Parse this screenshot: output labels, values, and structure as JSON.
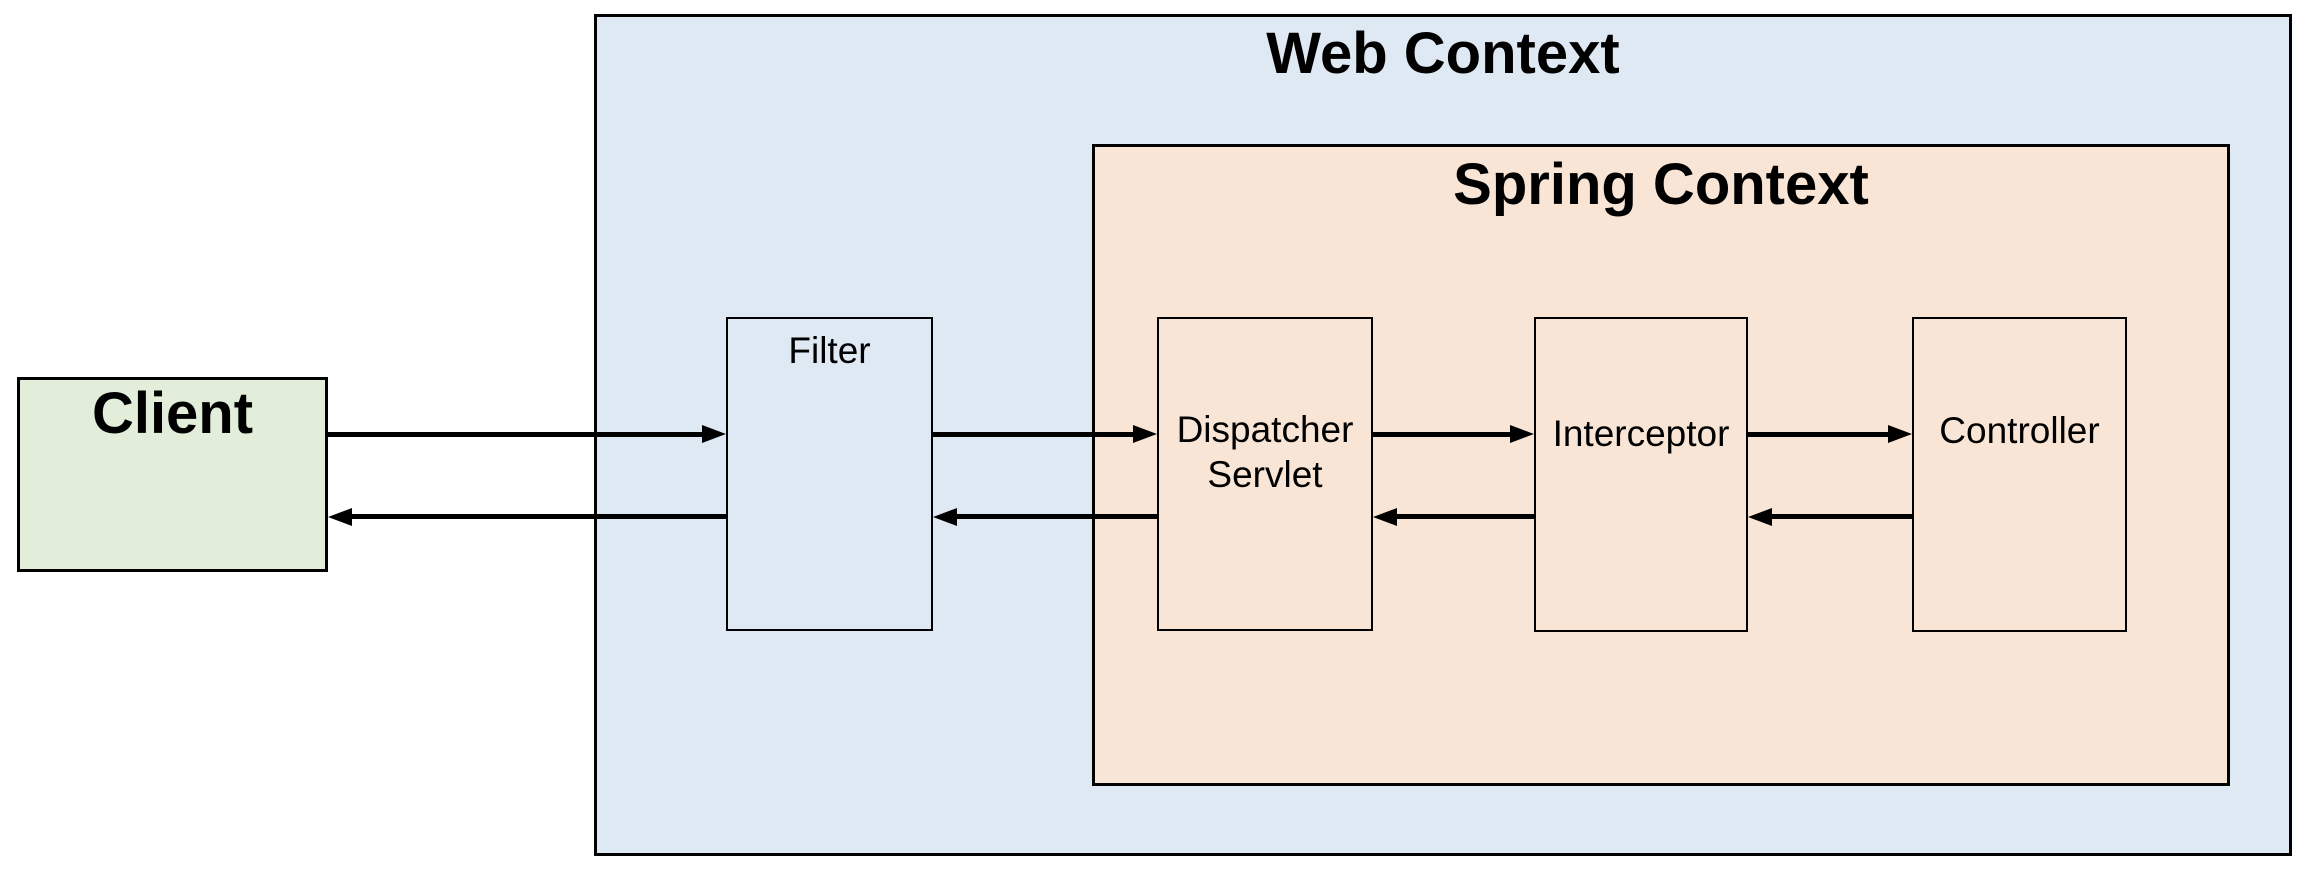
{
  "colors": {
    "web_context_fill": "#dfe9f4",
    "spring_context_fill": "#f9e5d5",
    "client_fill": "#e3eeda",
    "border": "#000000",
    "arrow": "#000000"
  },
  "client": {
    "label": "Client"
  },
  "web_context": {
    "title": "Web Context"
  },
  "spring_context": {
    "title": "Spring Context"
  },
  "nodes": {
    "filter": {
      "label": "Filter"
    },
    "dispatcher_servlet": {
      "lines": [
        "Dispatcher",
        "Servlet"
      ]
    },
    "interceptor": {
      "label": "Interceptor"
    },
    "controller": {
      "label": "Controller"
    }
  },
  "edges": [
    {
      "from": "Client",
      "to": "Filter",
      "direction": "forward"
    },
    {
      "from": "Filter",
      "to": "Dispatcher Servlet",
      "direction": "forward"
    },
    {
      "from": "Dispatcher Servlet",
      "to": "Interceptor",
      "direction": "forward"
    },
    {
      "from": "Interceptor",
      "to": "Controller",
      "direction": "forward"
    },
    {
      "from": "Filter",
      "to": "Client",
      "direction": "return"
    },
    {
      "from": "Dispatcher Servlet",
      "to": "Filter",
      "direction": "return"
    },
    {
      "from": "Interceptor",
      "to": "Dispatcher Servlet",
      "direction": "return"
    },
    {
      "from": "Controller",
      "to": "Interceptor",
      "direction": "return"
    }
  ]
}
